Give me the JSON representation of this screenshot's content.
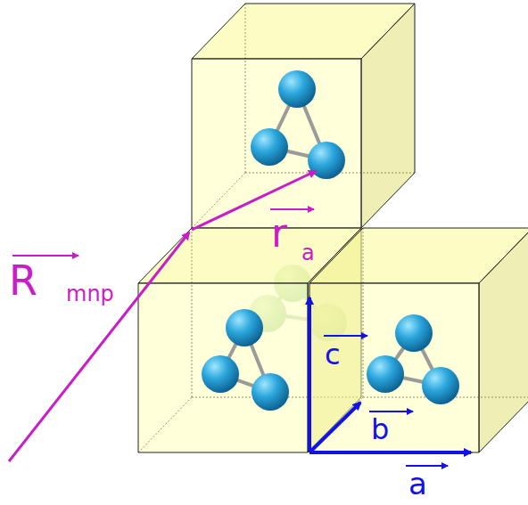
{
  "diagram": {
    "labels": [
      "R",
      "mnp",
      "r",
      "a",
      "c",
      "b",
      "a"
    ]
  }
}
